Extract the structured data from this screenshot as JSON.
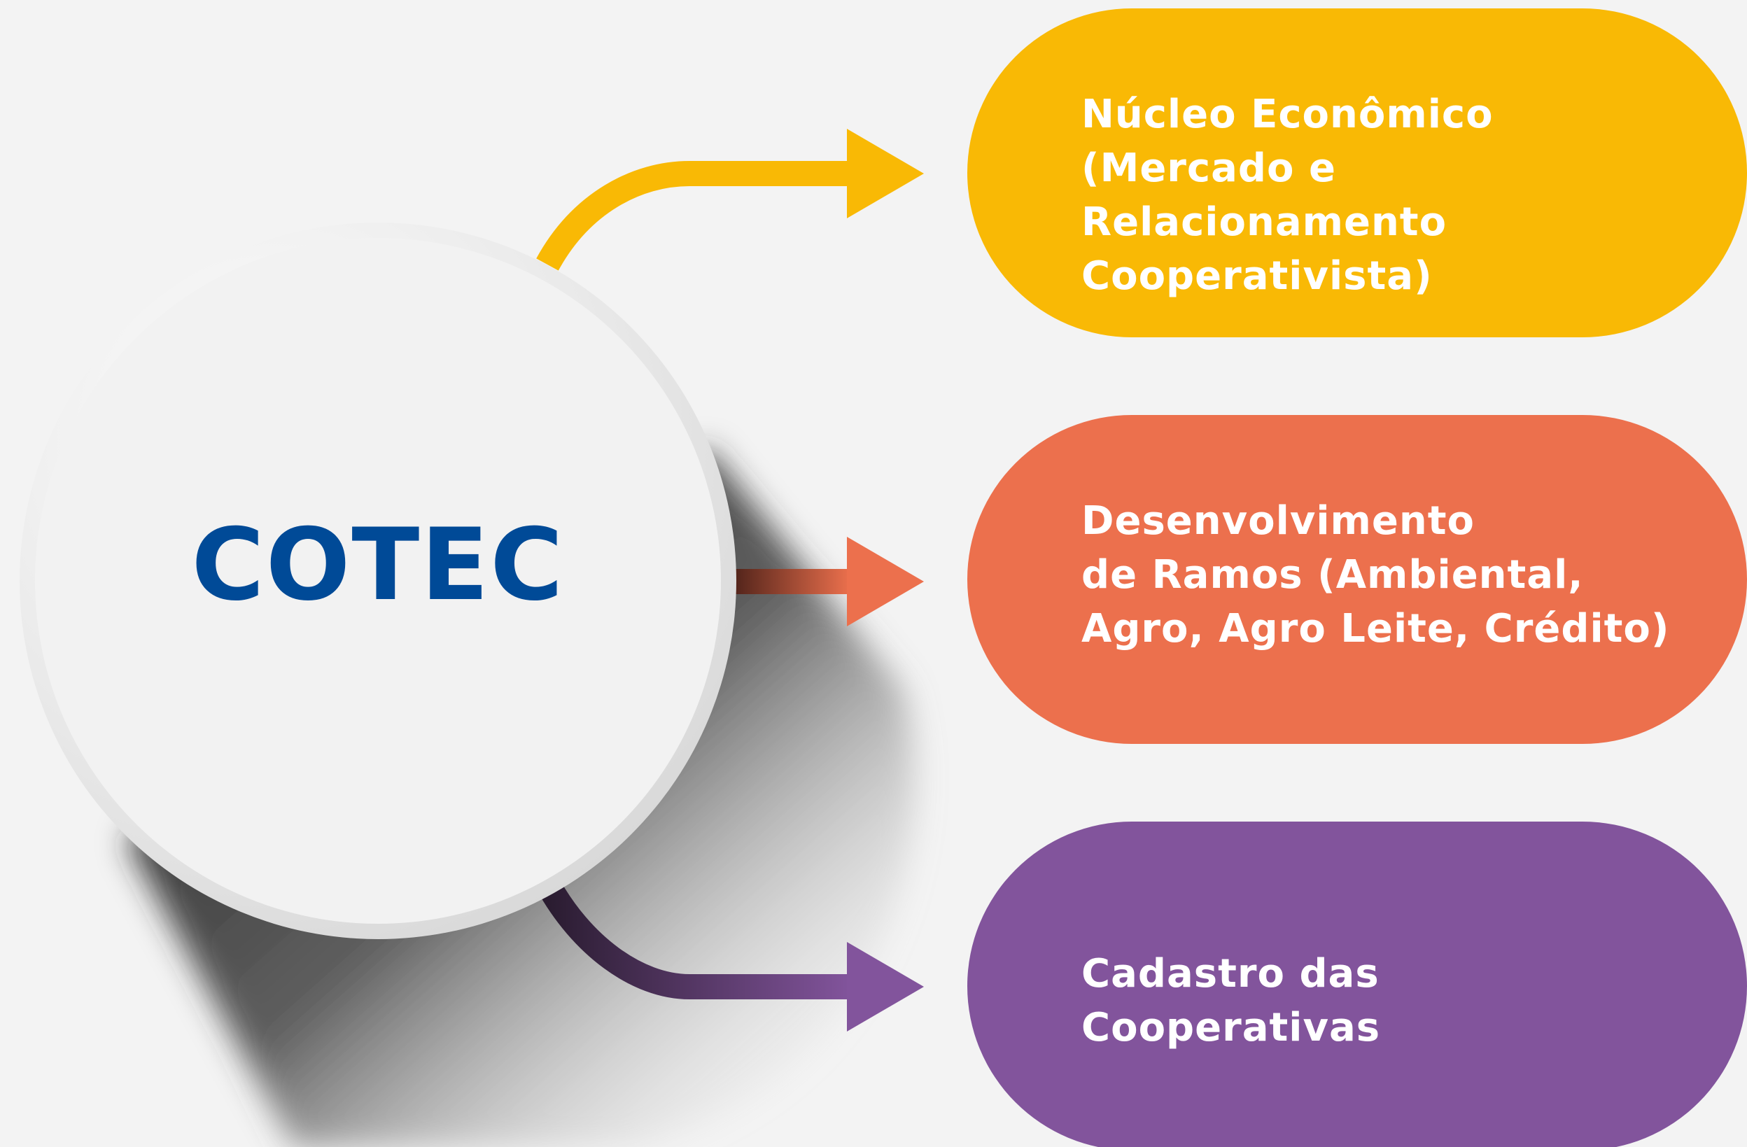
{
  "colors": {
    "background": "#f3f3f3",
    "circle_fill": "#f2f2f2",
    "circle_ring": "#dcdcdc",
    "title": "#004a97",
    "branch_1": "#f9b905",
    "branch_2": "#ec704d",
    "branch_3": "#82549c"
  },
  "center": {
    "title": "COTEC"
  },
  "branches": [
    {
      "label": "Núcleo Econômico\n(Mercado e Relacionamento\nCooperativista)"
    },
    {
      "label": "Desenvolvimento\nde Ramos (Ambiental,\nAgro, Agro Leite, Crédito)"
    },
    {
      "label": "Cadastro das\nCooperativas"
    }
  ]
}
